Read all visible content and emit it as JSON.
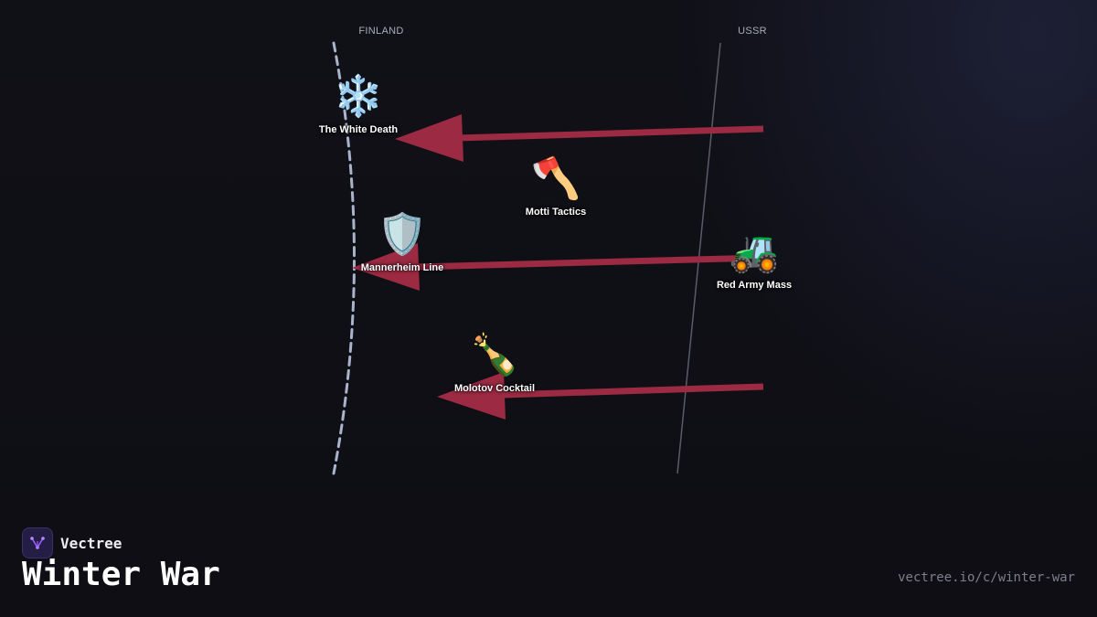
{
  "sides": {
    "left": "FINLAND",
    "right": "USSR"
  },
  "nodes": {
    "white_death": {
      "emoji": "❄️",
      "label": "The White Death",
      "icon": "snowflake-icon"
    },
    "motti": {
      "emoji": "🪓",
      "label": "Motti Tactics",
      "icon": "axe-icon"
    },
    "mannerheim": {
      "emoji": "🛡️",
      "label": "Mannerheim Line",
      "icon": "shield-icon"
    },
    "red_army": {
      "emoji": "🚜",
      "label": "Red Army Mass",
      "icon": "tractor-icon"
    },
    "molotov": {
      "emoji": "🍾",
      "label": "Molotov Cocktail",
      "icon": "bottle-icon"
    }
  },
  "brand": {
    "name": "Vectree",
    "title": "Winter War",
    "url": "vectree.io/c/winter-war"
  },
  "colors": {
    "arrow": "#9b2a42",
    "finland_line": "#a9b4cc",
    "ussr_line": "#5a5c66",
    "background": "#0f0f15",
    "logo_accent": "#9a5cff"
  }
}
